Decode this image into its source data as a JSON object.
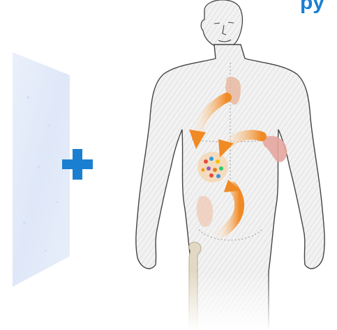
{
  "header": {
    "title_fragment": "py"
  },
  "figure": {
    "accent_color": "#1a7fd1",
    "arrow_color": "#f08a24",
    "plus_symbol": "plus-icon",
    "organs": [
      "thyroid",
      "stomach",
      "pancreas",
      "femur"
    ]
  }
}
